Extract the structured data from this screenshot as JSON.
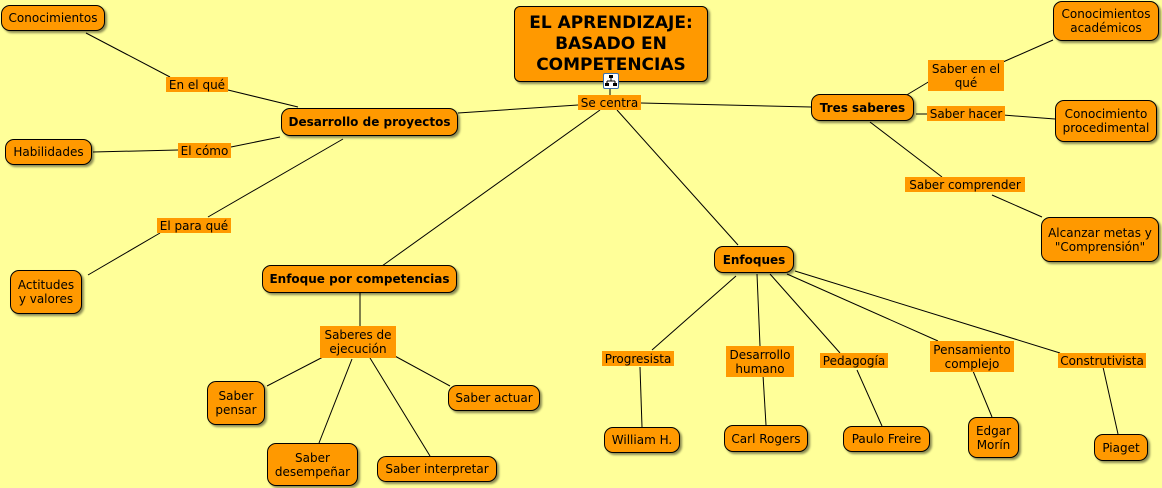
{
  "title": "EL APRENDIZAJE:\nBASADO EN\nCOMPETENCIAS",
  "concepts": {
    "conocimientos": "Conocimientos",
    "desarrollo_proyectos": "Desarrollo de proyectos",
    "habilidades": "Habilidades",
    "actitudes": "Actitudes\ny valores",
    "enfoque_competencias": "Enfoque por competencias",
    "saber_pensar": "Saber\npensar",
    "saber_desempenar": "Saber\ndesempeñar",
    "saber_interpretar": "Saber interpretar",
    "saber_actuar": "Saber actuar",
    "tres_saberes": "Tres saberes",
    "conocimientos_academicos": "Conocimientos\nacadémicos",
    "conocimiento_procedimental": "Conocimiento\nprocedimental",
    "alcanzar_metas": "Alcanzar metas y\n\"Comprensión\"",
    "enfoques": "Enfoques",
    "william": "William H.",
    "carl_rogers": "Carl Rogers",
    "paulo_freire": "Paulo Freire",
    "edgar_morin": "Edgar\nMorín",
    "piaget": "Piaget"
  },
  "links": {
    "se_centra": "Se centra",
    "en_el_que": "En el qué",
    "el_como": "El cómo",
    "el_para_que": "El para qué",
    "saberes_ejecucion": "Saberes de\nejecución",
    "saber_en_el_que": "Saber en el\nqué",
    "saber_hacer": "Saber hacer",
    "saber_comprender": "Saber comprender",
    "progresista": "Progresista",
    "desarrollo_humano": "Desarrollo\nhumano",
    "pedagogia": "Pedagogía",
    "pensamiento_complejo": "Pensamiento\ncomplejo",
    "construtivista": "Construtivista"
  },
  "icons": {
    "map": "concept-map-icon"
  },
  "colors": {
    "background": "#ffff99",
    "node": "#ff9900",
    "line": "#000000"
  }
}
